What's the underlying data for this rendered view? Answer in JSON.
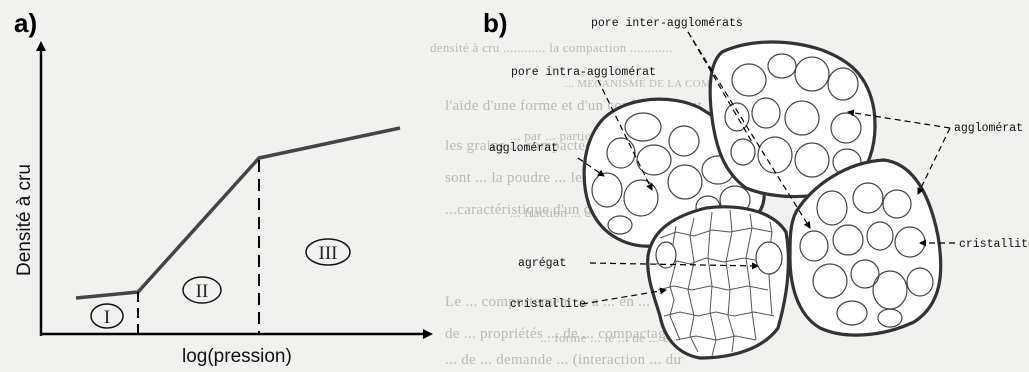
{
  "panel_a": {
    "label": "a)",
    "y_axis_label": "Densité à cru",
    "x_axis_label": "log(pression)",
    "zones": [
      "I",
      "II",
      "III"
    ]
  },
  "panel_b": {
    "label": "b)",
    "annotations": {
      "pore_inter": "pore inter-agglomérats",
      "pore_intra": "pore intra-agglomérat",
      "agglomerat_left": "agglomérat",
      "agglomerat_right": "agglomérat",
      "cristallite_right": "cristallite",
      "agregat": "agrégat",
      "cristallite_left": "cristallite"
    }
  },
  "background_text": [
    "densité à cru ............ la compaction ............",
    "l'aide d'une forme et d'un confinement ut",
    "les grains ... compactée par pression un",
    "sont ... la poudre ... les ... poudre",
    "...caractéristique d'un compact ... pieces présentant",
    "Le ... comportement ... a ... en ... de la",
    "de ... propriétés ... de ... compactage",
    "... de ... demande ... (interaction ... du",
    "... MECANISME DE LA COMPACTION ... DES POUDRES",
    "... par ... particule ... compaction ... de",
    "... fraction ... de ... en ... soit ... la ...",
    "... forme ... le ... de ... en ... pression ..."
  ]
}
